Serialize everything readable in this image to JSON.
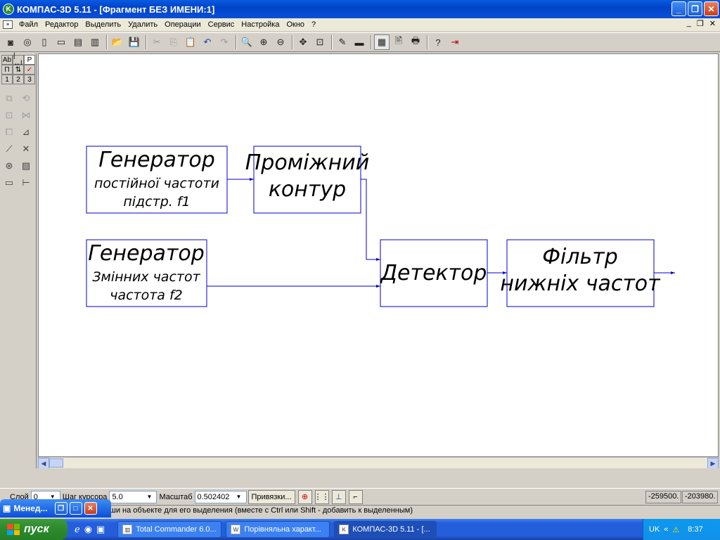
{
  "window": {
    "title": "КОМПАС-3D 5.11 - [Фрагмент БЕЗ ИМЕНИ:1]",
    "buttons": [
      "minimize",
      "restore",
      "close"
    ]
  },
  "menu": {
    "items": [
      "Файл",
      "Редактор",
      "Выделить",
      "Удалить",
      "Операции",
      "Сервис",
      "Настройка",
      "Окно",
      "?"
    ]
  },
  "left_panel": {
    "grid_row1": [
      "Аb",
      "|↔|",
      "P"
    ],
    "grid_row2": [
      "П",
      "⇅",
      "✓"
    ],
    "grid_row3": [
      "1",
      "2",
      "3"
    ]
  },
  "diagram": {
    "blocks": {
      "gen1": {
        "line1": "Генератор",
        "line2": "постійної частоти",
        "line3": "підстр. f1"
      },
      "contour": {
        "line1": "Проміжний",
        "line2": "контур"
      },
      "gen2": {
        "line1": "Генератор",
        "line2": "Змінних частот",
        "line3": "частота f2"
      },
      "detector": {
        "line1": "Детектор"
      },
      "filter": {
        "line1": "Фільтр",
        "line2": "нижніх частот"
      }
    },
    "line_color": "#0000cc"
  },
  "panel": {
    "layer_label": "Слой",
    "layer_value": "0",
    "step_label": "Шаг курсора",
    "step_value": "5.0",
    "scale_label": "Масштаб",
    "scale_value": "0.502402",
    "snap_button": "Привязки...",
    "coord_x": "-259500.",
    "coord_y": "-203980."
  },
  "status": {
    "text": "ши на объекте для его выделения (вместе с Ctrl или Shift - добавить к выделенным)"
  },
  "floating_window": {
    "title": "Менед..."
  },
  "taskbar": {
    "start_label": "пуск",
    "tasks": [
      "Total Commander 6.0...",
      "Порівняльна характ...",
      "КОМПАС-3D 5.11 - [..."
    ],
    "lang": "UK",
    "time": "8:37"
  }
}
